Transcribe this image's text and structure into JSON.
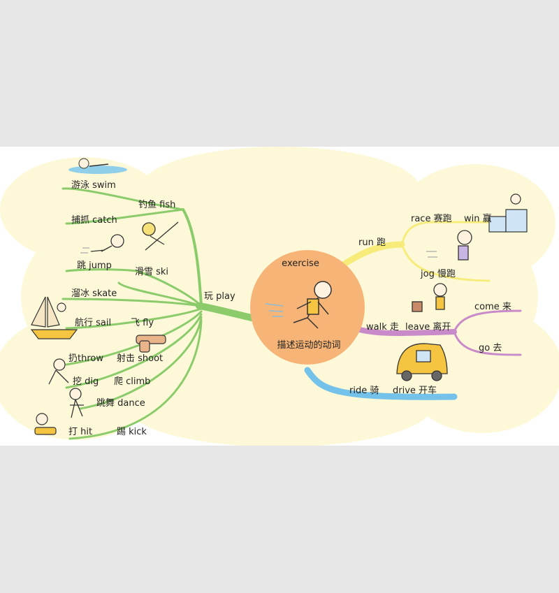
{
  "center": {
    "title": "exercise",
    "subtitle": "描述运动的动词"
  },
  "branches": {
    "play": "玩 play",
    "swim": "游泳 swim",
    "catch": "捕抓 catch",
    "fish": "钓鱼 fish",
    "jump": "跳 jump",
    "ski": "滑雪 ski",
    "skate": "溜冰 skate",
    "sail": "航行 sail",
    "fly": "飞 fly",
    "throw": "扔throw",
    "shoot": "射击 shoot",
    "dig": "挖 dig",
    "climb": "爬 climb",
    "dance": "跳舞 dance",
    "hit": "打 hit",
    "kick": "踢 kick",
    "run": "run 跑",
    "race": "race 赛跑",
    "win": "win 赢",
    "jog": "jog 慢跑",
    "walk": "walk 走",
    "leave": "leave 离开",
    "come": "come 来",
    "go": "go 去",
    "ride": "ride 骑",
    "drive": "drive 开车"
  },
  "colors": {
    "page_bg": "#e6e6e6",
    "cloud": "#fdf9d8",
    "center_circle": "#f6b477",
    "green_branch": "#8ccb6b",
    "yellow_branch": "#f7ec7a",
    "purple_branch": "#c98ac9",
    "blue_branch": "#74c1ea"
  }
}
